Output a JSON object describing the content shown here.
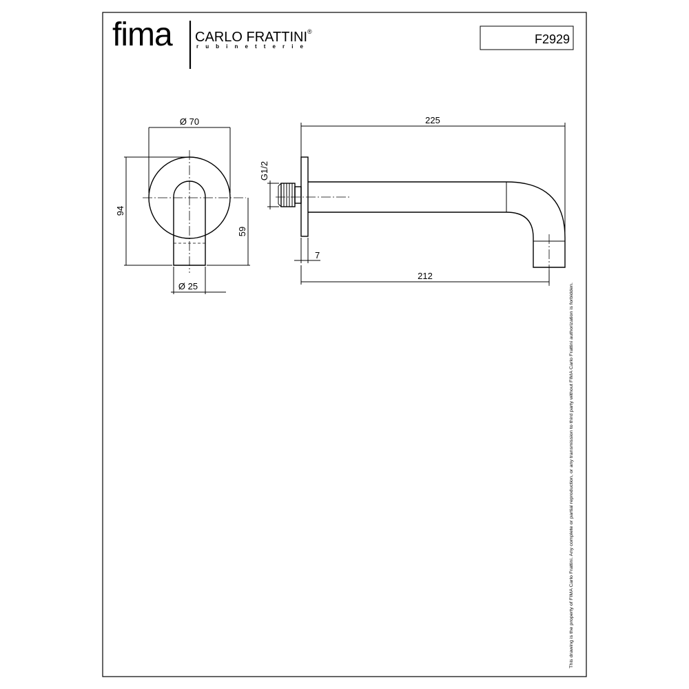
{
  "header": {
    "logo_brand": "fima",
    "logo_name": "CARLO FRATTINI",
    "logo_sub": "rubinetterie",
    "logo_mark": "®",
    "code": "F2929"
  },
  "front_view": {
    "dim_flange_diameter": "Ø 70",
    "dim_height": "94",
    "dim_outlet_height": "59",
    "dim_spout_diameter": "Ø 25"
  },
  "side_view": {
    "dim_total_length": "225",
    "dim_thread": "G1/2",
    "dim_flange_thickness": "7",
    "dim_projection": "212"
  },
  "notice": "This drawing is the property of FIMA Carlo Frattini. Any complete or partial reproduction, or any transmission to third party without FIMA Carlo Frattini authorization is forbidden."
}
